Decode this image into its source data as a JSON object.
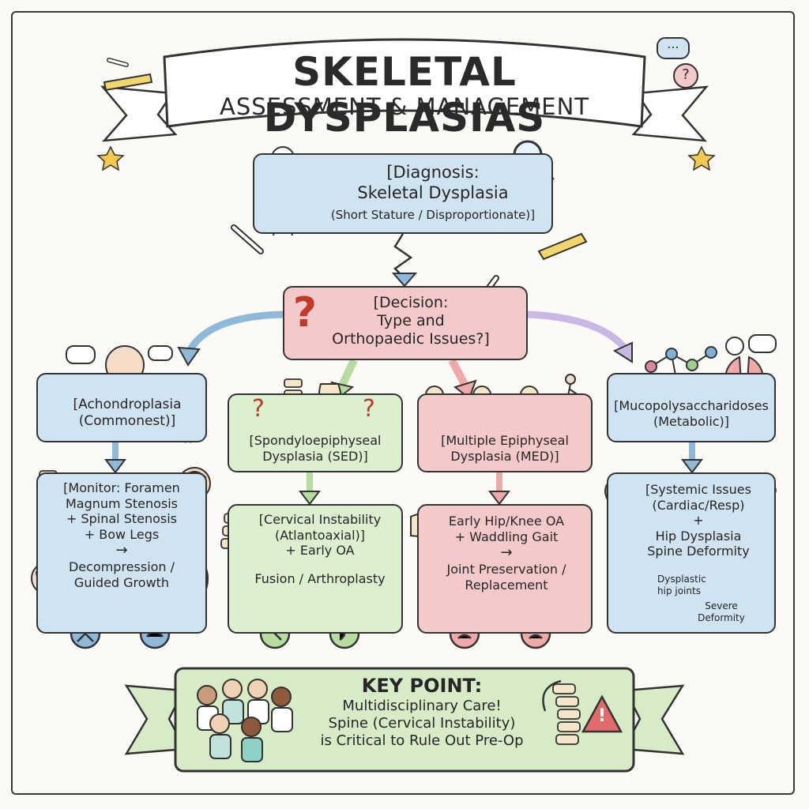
{
  "banner": {
    "title": "SKELETAL DYSPLASIAS",
    "subtitle": "ASSESSMENT & MANAGEMENT"
  },
  "diagnosis": {
    "lines": [
      "[Diagnosis:",
      "Skeletal Dysplasia",
      "(Short Stature / Disproportionate)]"
    ]
  },
  "decision": {
    "lines": [
      "[Decision:",
      "Type and",
      "Orthopaedic Issues?]"
    ]
  },
  "types": {
    "achondroplasia": [
      "[Achondroplasia",
      "(Commonest)]"
    ],
    "sed": [
      "[Spondyloepiphyseal",
      "Dysplasia (SED)]"
    ],
    "med": [
      "[Multiple Epiphyseal",
      "Dysplasia (MED)]"
    ],
    "mps": [
      "[Mucopolysaccharidoses",
      "(Metabolic)]"
    ]
  },
  "issues": {
    "achondroplasia": {
      "lines": [
        "[Monitor: Foramen",
        "Magnum Stenosis",
        "+ Spinal Stenosis",
        "+ Bow Legs"
      ],
      "treatment": [
        "Decompression /",
        "Guided Growth"
      ]
    },
    "sed": {
      "lines": [
        "[Cervical Instability",
        "(Atlantoaxial)]",
        "+ Early OA"
      ],
      "treatment": [
        "Fusion / Arthroplasty"
      ]
    },
    "med": {
      "lines": [
        "Early Hip/Knee OA",
        "+ Waddling Gait"
      ],
      "treatment": [
        "Joint Preservation /",
        "Replacement"
      ]
    },
    "mps": {
      "lines": [
        "[Systemic Issues",
        "(Cardiac/Resp)",
        "+",
        "Hip Dysplasia",
        "Spine Deformity"
      ],
      "notes": {
        "dysplastic": [
          "Dysplastic",
          "hip joints"
        ],
        "severe": [
          "Severe",
          "Deformity"
        ]
      }
    }
  },
  "key_point": {
    "title": "KEY POINT:",
    "lines": [
      "Multidisciplinary Care!",
      "Spine (Cervical Instability)",
      "is Critical to Rule Out Pre-Op"
    ]
  },
  "icons": {
    "question": "?",
    "warning": "!",
    "speech": "...",
    "star": "★",
    "arrow": "→"
  },
  "colors": {
    "blue": "#cfe3f1",
    "green": "#dcefcf",
    "pink": "#f4c9c9",
    "key_green": "#d6ebc6",
    "question_red": "#c0392b",
    "star_yellow": "#f2c94c"
  }
}
